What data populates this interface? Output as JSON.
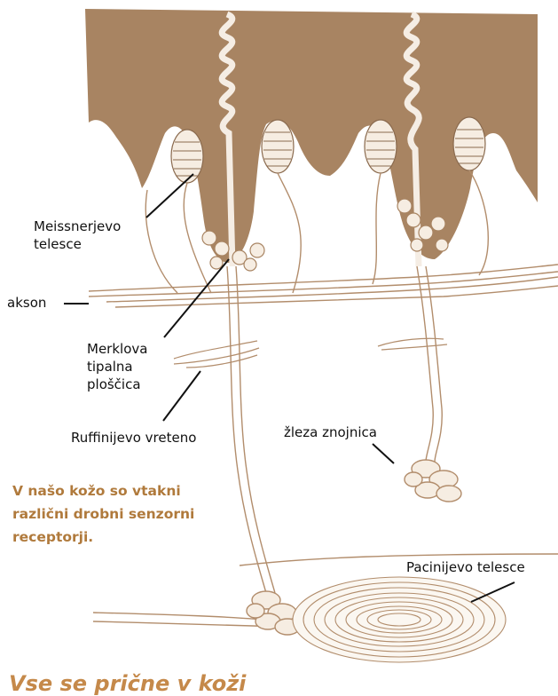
{
  "labels": {
    "meissner_1": "Meissnerjevo",
    "meissner_2": "telesce",
    "akson": "akson",
    "merkel_1": "Merklova",
    "merkel_2": "tipalna",
    "merkel_3": "ploščica",
    "ruffini": "Ruffinijevo vreteno",
    "sweat_gland": "žleza znojnica",
    "pacini": "Pacinijevo telesce"
  },
  "caption": {
    "line1": "V našo kožo so vtakni",
    "line2": "različni drobni senzorni",
    "line3": "receptorji."
  },
  "heading": "Vse se prične v koži",
  "colors": {
    "skin": "#a88462",
    "line": "#b28d6c",
    "caption": "#b07a3c",
    "heading": "#c5894a"
  }
}
